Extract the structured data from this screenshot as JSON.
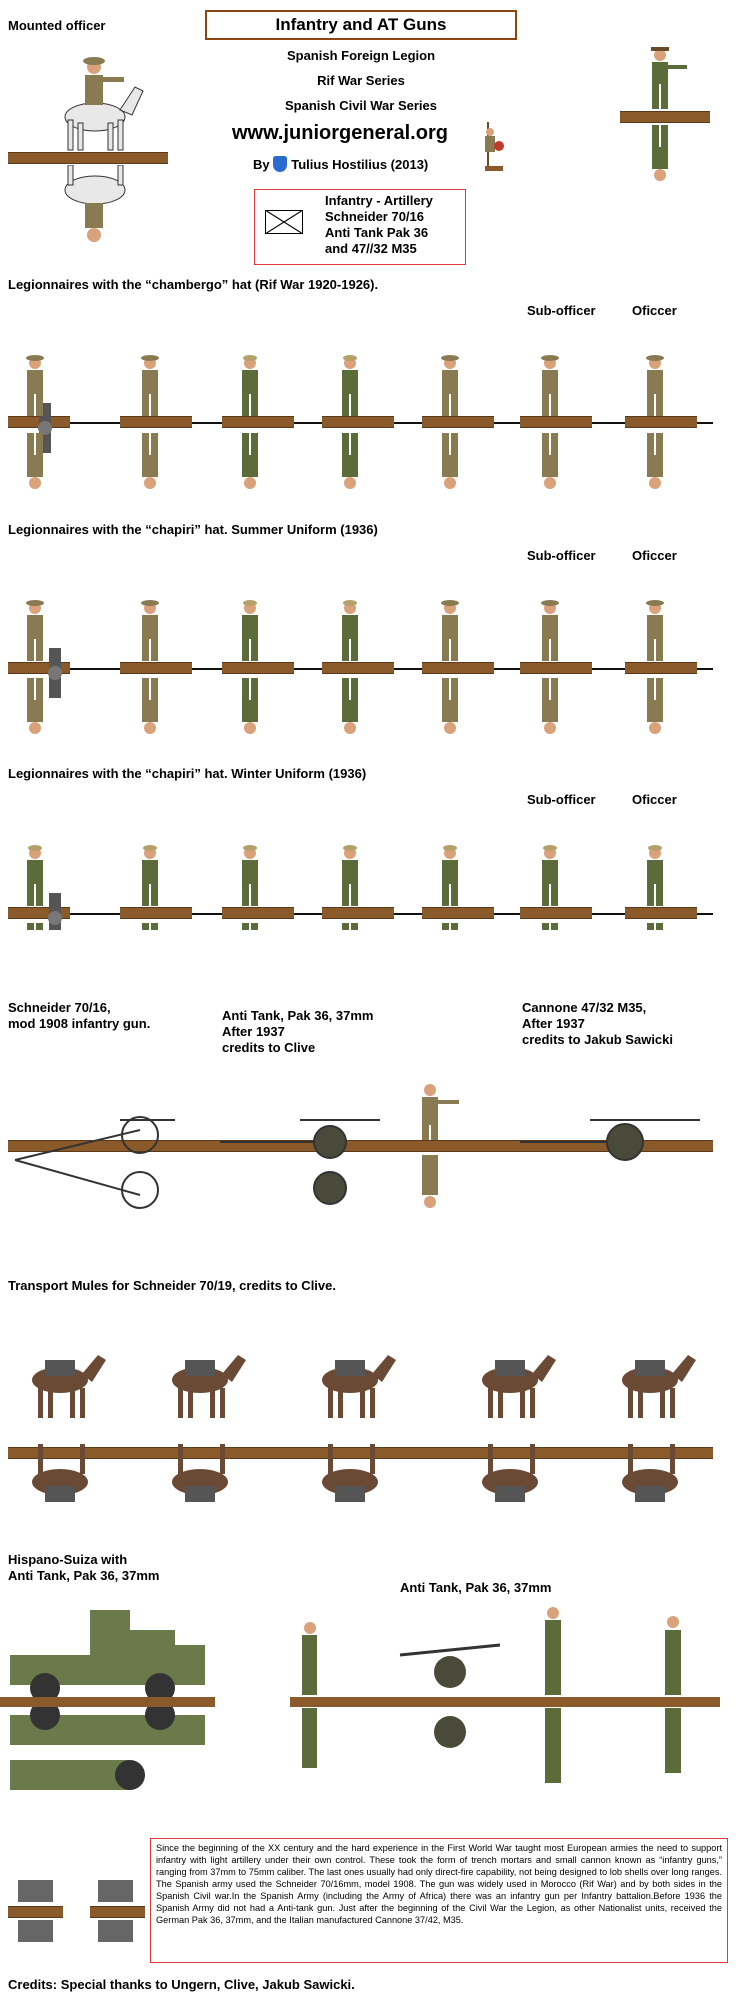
{
  "header": {
    "title": "Infantry and AT Guns",
    "lines": [
      "Spanish Foreign Legion",
      "Rif War Series",
      "Spanish Civil War Series"
    ],
    "url": "www.juniorgeneral.org",
    "byline": "By",
    "author": "Tulius Hostilius (2013)"
  },
  "legend": {
    "lines": [
      "Infantry - Artillery",
      "Schneider 70/16",
      "Anti Tank Pak 36",
      "and 47//32 M35"
    ]
  },
  "labels": {
    "mounted_officer": "Mounted officer",
    "section1": "Legionnaires with the “chambergo” hat (Rif War 1920-1926).",
    "section2": "Legionnaires with the “chapiri” hat. Summer Uniform (1936)",
    "section3": "Legionnaires with the “chapiri” hat. Winter Uniform (1936)",
    "sub_officer": "Sub-officer",
    "officer": "Oficcer",
    "schneider_l1": "Schneider 70/16,",
    "schneider_l2": "mod 1908 infantry gun.",
    "pak_l1": "Anti Tank, Pak 36, 37mm",
    "pak_l2": "After 1937",
    "pak_l3": "credits to Clive",
    "cannone_l1": "Cannone 47/32 M35,",
    "cannone_l2": "After 1937",
    "cannone_l3": "credits to Jakub Sawicki",
    "mules": "Transport Mules for Schneider 70/19, credits to Clive.",
    "hispano_l1": "Hispano-Suiza with",
    "hispano_l2": "Anti Tank, Pak 36, 37mm",
    "pak_right": "Anti Tank, Pak 36, 37mm"
  },
  "note": "Since the beginning of the XX century and the hard experience in the First World War taught most European armies the need to support infantry with light artillery under their own control. These took the form of trench mortars and small cannon known as “infantry guns,” ranging from 37mm to 75mm caliber. The last ones usually had only direct-fire capability, not being designed to lob shells over long ranges. The Spanish army used the Schneider 70/16mm, model 1908. The gun was widely used in Morocco (Rif War) and by both sides in the Spanish Civil war.In the Spanish Army (including the Army of Africa) there was an infantry gun per Infantry battalion.Before 1936 the Spanish Army did not had a Anti-tank gun. Just after the beginning of the Civil War the Legion, as other Nationalist units, received the German Pak 36, 37mm, and the Italian manufactured Cannone 37/42, M35.",
  "credits": "Credits: Special thanks to Ungern, Clive, Jakub Sawicki.",
  "colors": {
    "base": "#8b5a2b",
    "uniform_green": "#5b6b3a",
    "uniform_khaki": "#8a7a52",
    "frame": "#8b4513",
    "note_border": "#e23a3a",
    "shield": "#2a6bd1"
  }
}
